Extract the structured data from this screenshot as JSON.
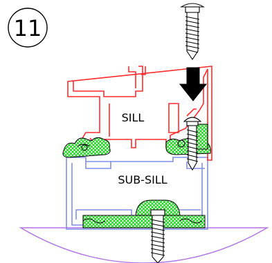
{
  "step_number": "11",
  "labels": {
    "sill": "SILL",
    "sub_sill": "SUB-SILL"
  },
  "colors": {
    "sill_profile": "#ff2a2a",
    "sub_sill_profile": "#7f8fe8",
    "gasket": "#2bd12b",
    "sealant_base": "#b070e8",
    "line": "#000000"
  },
  "icons": {
    "arrow": "down-arrow-icon",
    "screw": "screw-icon"
  }
}
